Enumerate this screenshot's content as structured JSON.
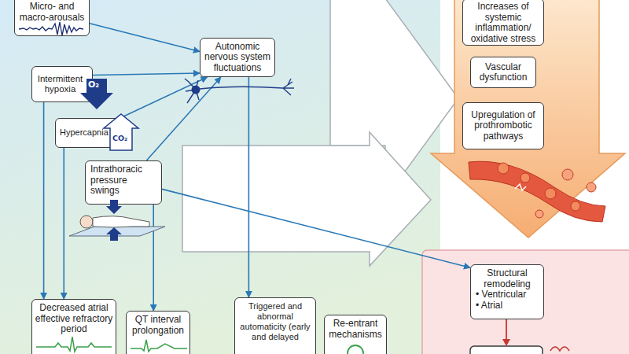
{
  "diagram": {
    "nodes": [
      {
        "text": [
          "Micro- and macro-arousals"
        ]
      },
      {
        "text": [
          "Intermittent hypoxia"
        ]
      },
      {
        "text": [
          "Hypercapnia"
        ]
      },
      {
        "text": [
          "Intrathoracic pressure swings"
        ]
      },
      {
        "text": [
          "Autonomic nervous system fluctuations"
        ]
      },
      {
        "text": [
          "Decreased atrial effective refractory period"
        ]
      },
      {
        "text": [
          "QT interval prolongation"
        ]
      },
      {
        "text": [
          "Triggered and abnormal automaticity (early and delayed"
        ]
      },
      {
        "text": [
          "Re-entrant mechanisms"
        ]
      },
      {
        "text": [
          "Increases of systemic inflammation/ oxidative stress"
        ]
      },
      {
        "text": [
          "Vascular dysfunction"
        ]
      },
      {
        "text": [
          "Upregulation of prothrombotic pathways"
        ]
      },
      {
        "text": [
          "Structural remodeling",
          "• Ventricular",
          "• Atrial"
        ]
      }
    ],
    "edges": [
      {
        "from": 0,
        "to": 4,
        "arrow": "to"
      },
      {
        "from": 1,
        "to": 4,
        "arrow": "to"
      },
      {
        "from": 2,
        "to": 4,
        "arrow": "to"
      },
      {
        "from": 3,
        "to": 4,
        "arrow": "to"
      },
      {
        "from": 4,
        "to": 7,
        "arrow": "to"
      },
      {
        "from": 1,
        "to": 5,
        "arrow": "to"
      },
      {
        "from": 2,
        "to": 5,
        "arrow": "to"
      },
      {
        "from": 3,
        "to": 6,
        "arrow": "to"
      },
      {
        "from": 3,
        "to": 12,
        "arrow": "to"
      }
    ],
    "labels": [
      "O₂",
      "CO₂"
    ]
  }
}
